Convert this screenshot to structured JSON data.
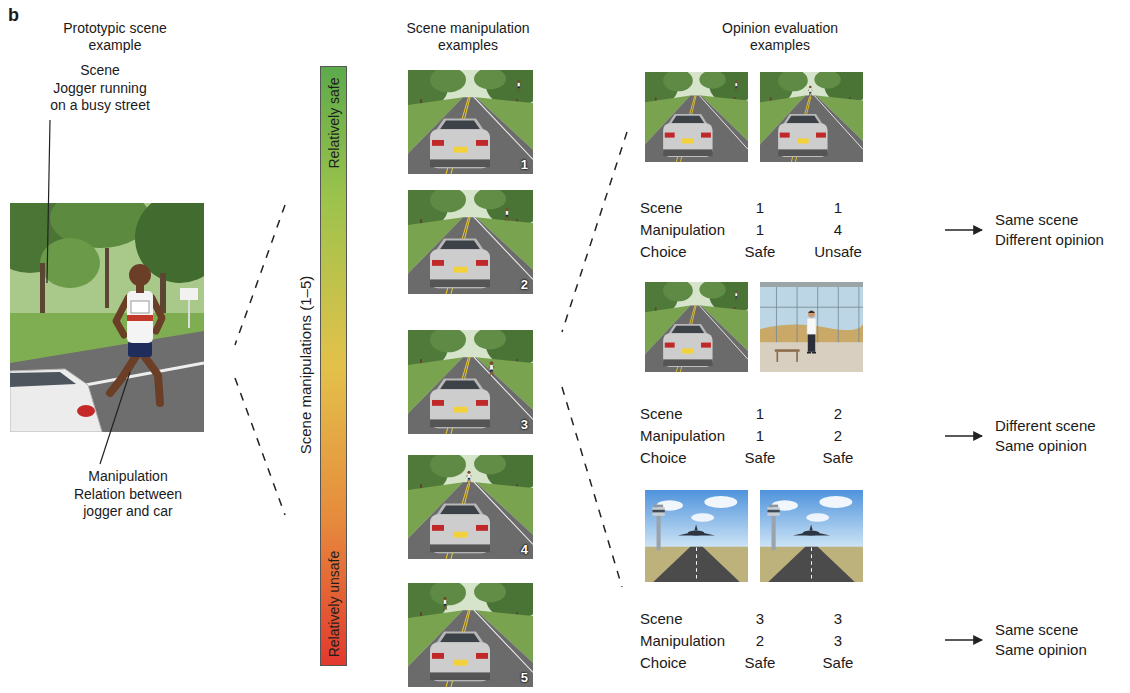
{
  "diagram": {
    "nodes": [
      {
        "text": [
          "Relatively safe",
          "Relatively unsafe"
        ]
      },
      {
        "text": [
          "1"
        ]
      },
      {
        "text": [
          "2"
        ]
      },
      {
        "text": [
          "3"
        ]
      },
      {
        "text": [
          "4"
        ]
      },
      {
        "text": [
          "5"
        ]
      }
    ],
    "labels": [
      "b",
      "Prototypic scene example",
      "Scene manipulation examples",
      "Opinion evaluation examples",
      "Scene",
      "Jogger running on a busy street",
      "Manipulation",
      "Relation between jogger and car",
      "Scene manipulations (1–5)",
      "Scene",
      "1",
      "1",
      "Manipulation",
      "1",
      "4",
      "Choice",
      "Safe",
      "Unsafe",
      "Same scene",
      "Different opinion",
      "Scene",
      "1",
      "2",
      "Manipulation",
      "1",
      "2",
      "Choice",
      "Safe",
      "Safe",
      "Different scene",
      "Same opinion",
      "Scene",
      "3",
      "3",
      "Manipulation",
      "2",
      "3",
      "Choice",
      "Safe",
      "Safe",
      "Same scene",
      "Same opinion"
    ]
  }
}
